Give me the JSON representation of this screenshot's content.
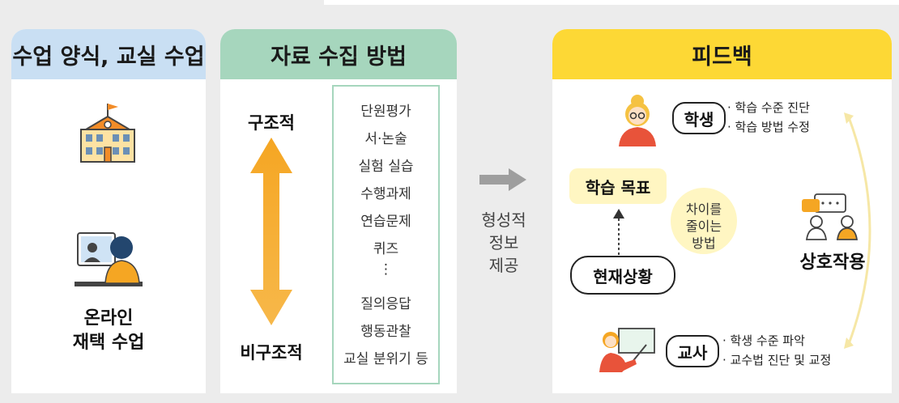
{
  "col1": {
    "header": "수업 양식, 교실 수업",
    "online_line1": "온라인",
    "online_line2": "재택 수업"
  },
  "col2": {
    "header": "자료 수집 방법",
    "structured": "구조적",
    "unstructured": "비구조적",
    "methods": [
      "단원평가",
      "서·논술",
      "실험 실습",
      "수행과제",
      "연습문제",
      "퀴즈",
      "⋮",
      "질의응답",
      "행동관찰",
      "교실 분위기 등"
    ]
  },
  "middle": {
    "line1": "형성적",
    "line2": "정보",
    "line3": "제공"
  },
  "col3": {
    "header": "피드백",
    "goal": "학습 목표",
    "current": "현재상황",
    "gap_line1": "차이를",
    "gap_line2": "줄이는",
    "gap_line3": "방법",
    "student_label": "학생",
    "student_items": [
      "· 학습 수준 진단",
      "· 학습 방법 수정"
    ],
    "teacher_label": "교사",
    "teacher_items": [
      "· 학생 수준 파악",
      "· 교수법 진단 및 교정"
    ],
    "interaction": "상호작용"
  },
  "colors": {
    "blue_header": "#c9dff3",
    "green_header": "#a6d6bd",
    "yellow_header": "#fdd835",
    "orange": "#f5a623"
  }
}
